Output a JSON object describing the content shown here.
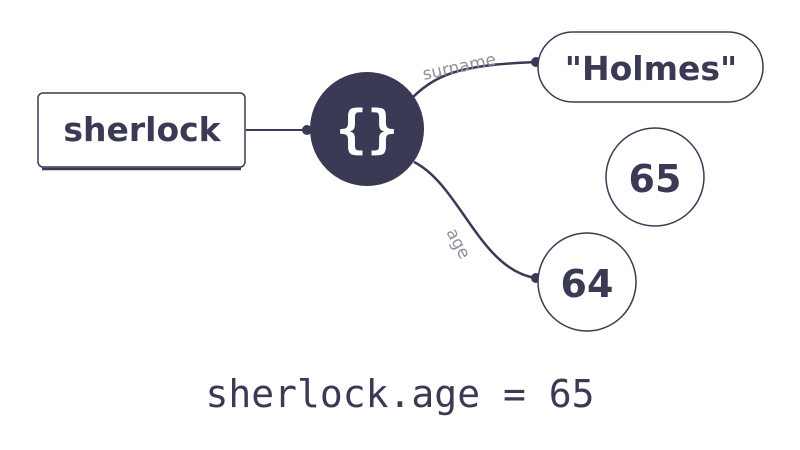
{
  "diagram": {
    "colors": {
      "ink": "#3a3a55",
      "label": "#8e8ea0",
      "background": "#ffffff"
    },
    "variable": {
      "name": "sherlock"
    },
    "object_node": {
      "icon": "curly-braces-icon",
      "glyph": "{}"
    },
    "edges": [
      {
        "label": "surname",
        "target": "\"Holmes\""
      },
      {
        "label": "age",
        "target": "64"
      }
    ],
    "values": {
      "surname": "\"Holmes\"",
      "age_old": "64",
      "age_new": "65"
    }
  },
  "code": {
    "statement": "sherlock.age = 65"
  }
}
